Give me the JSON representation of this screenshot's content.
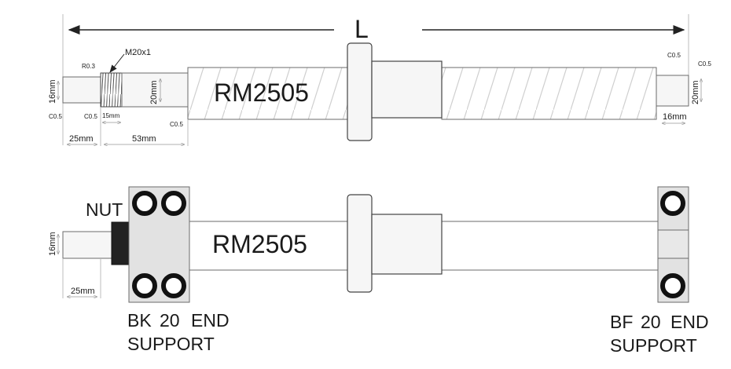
{
  "top": {
    "length_label": "L",
    "thread_label": "M20x1",
    "radius_label": "R0.3",
    "model_label": "RM2505",
    "dim_16_left": "16mm",
    "dim_20_left": "20mm",
    "dim_20_right": "20mm",
    "dim_15": "15mm",
    "dim_25": "25mm",
    "dim_53": "53mm",
    "dim_16_right": "16mm",
    "chamfer_a": "C0.5",
    "chamfer_b": "C0.5",
    "chamfer_c": "C0.5",
    "chamfer_d": "C0.5",
    "chamfer_e": "C0.5"
  },
  "bottom": {
    "nut_label": "NUT",
    "model_label": "RM2505",
    "dim_16": "16mm",
    "dim_25": "25mm",
    "bk_label_line1": "BK",
    "bk_label_num": "20",
    "bk_label_end": "END",
    "bk_label_line2": "SUPPORT",
    "bf_label_line1": "BF",
    "bf_label_num": "20",
    "bf_label_end": "END",
    "bf_label_line2": "SUPPORT"
  },
  "colors": {
    "outline": "#6b6b6b",
    "shaft_fill": "#f6f6f6",
    "thread_hatch": "#d0d0d0",
    "text": "#1a1a1a",
    "nut_dark": "#222222",
    "support_fill": "#e2e2e2"
  }
}
